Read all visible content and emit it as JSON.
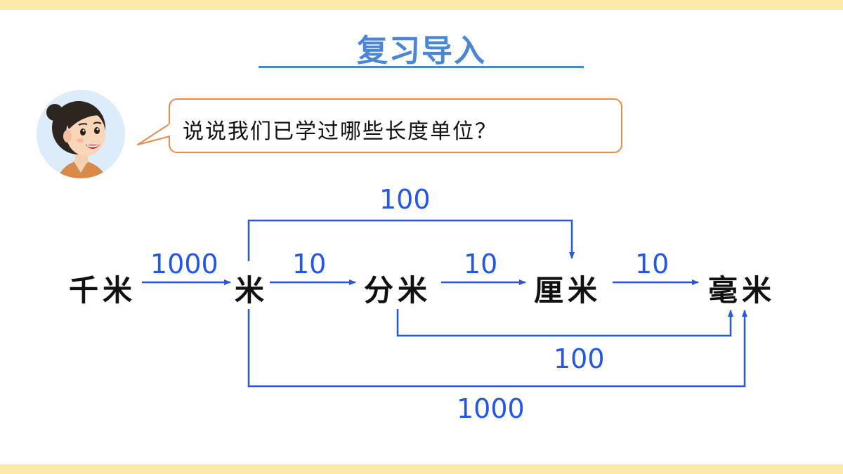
{
  "title": "复习导入",
  "question": "说说我们已学过哪些长度单位？",
  "units": [
    "千米",
    "米",
    "分米",
    "厘米",
    "毫米"
  ],
  "conversions": [
    {
      "from": "千米",
      "to": "米",
      "factor": "1000"
    },
    {
      "from": "米",
      "to": "分米",
      "factor": "10"
    },
    {
      "from": "分米",
      "to": "厘米",
      "factor": "10"
    },
    {
      "from": "厘米",
      "to": "毫米",
      "factor": "10"
    },
    {
      "from": "米",
      "to": "厘米",
      "factor": "100"
    },
    {
      "from": "分米",
      "to": "毫米",
      "factor": "100"
    },
    {
      "from": "米",
      "to": "毫米",
      "factor": "1000"
    }
  ],
  "colors": {
    "accent": "#4a86d6",
    "arrow": "#2457e8",
    "bubble_border": "#ef8a45",
    "band": "#fde9a8"
  }
}
